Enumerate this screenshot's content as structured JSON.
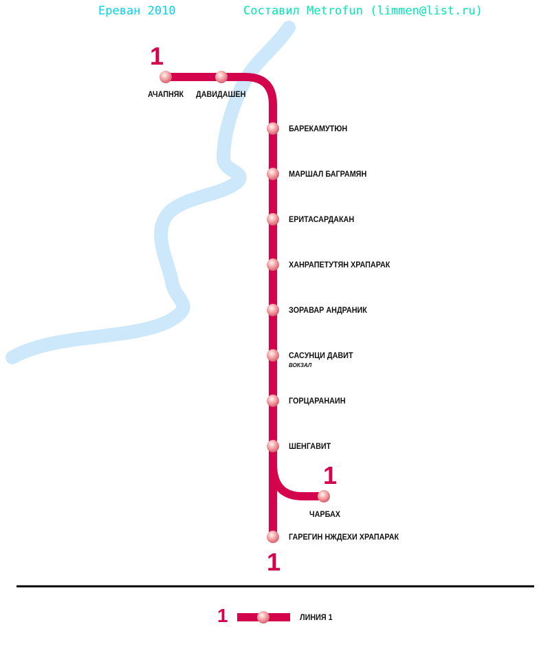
{
  "header": {
    "city_year": "Ереван 2010",
    "author": "Составил Metrofun (limmen@list.ru)"
  },
  "colors": {
    "line1": "#d4044c",
    "river": "#cde8fa",
    "title_left": "#00d2f0",
    "title_right": "#00e6b4"
  },
  "line": {
    "number": "1"
  },
  "stations": [
    {
      "name": "АЧАПНЯК"
    },
    {
      "name": "ДАВИДАШЕН"
    },
    {
      "name": "БАРЕКАМУТЮН"
    },
    {
      "name": "МАРШАЛ БАГРАМЯН"
    },
    {
      "name": "ЕРИТАСАРДАКАН"
    },
    {
      "name": "ХАНРАПЕТУТЯН ХРАПАРАК"
    },
    {
      "name": "ЗОРАВАР  АНДРАНИК"
    },
    {
      "name": "САСУНЦИ ДАВИТ",
      "sub": "ВОКЗАЛ"
    },
    {
      "name": "ГОРЦАРАНАИН"
    },
    {
      "name": "ШЕНГАВИТ"
    },
    {
      "name": "ЧАРБАХ"
    },
    {
      "name": "ГАРЕГИН НЖДЕХИ ХРАПАРАК"
    }
  ],
  "legend": {
    "number": "1",
    "label": "ЛИНИЯ 1"
  }
}
